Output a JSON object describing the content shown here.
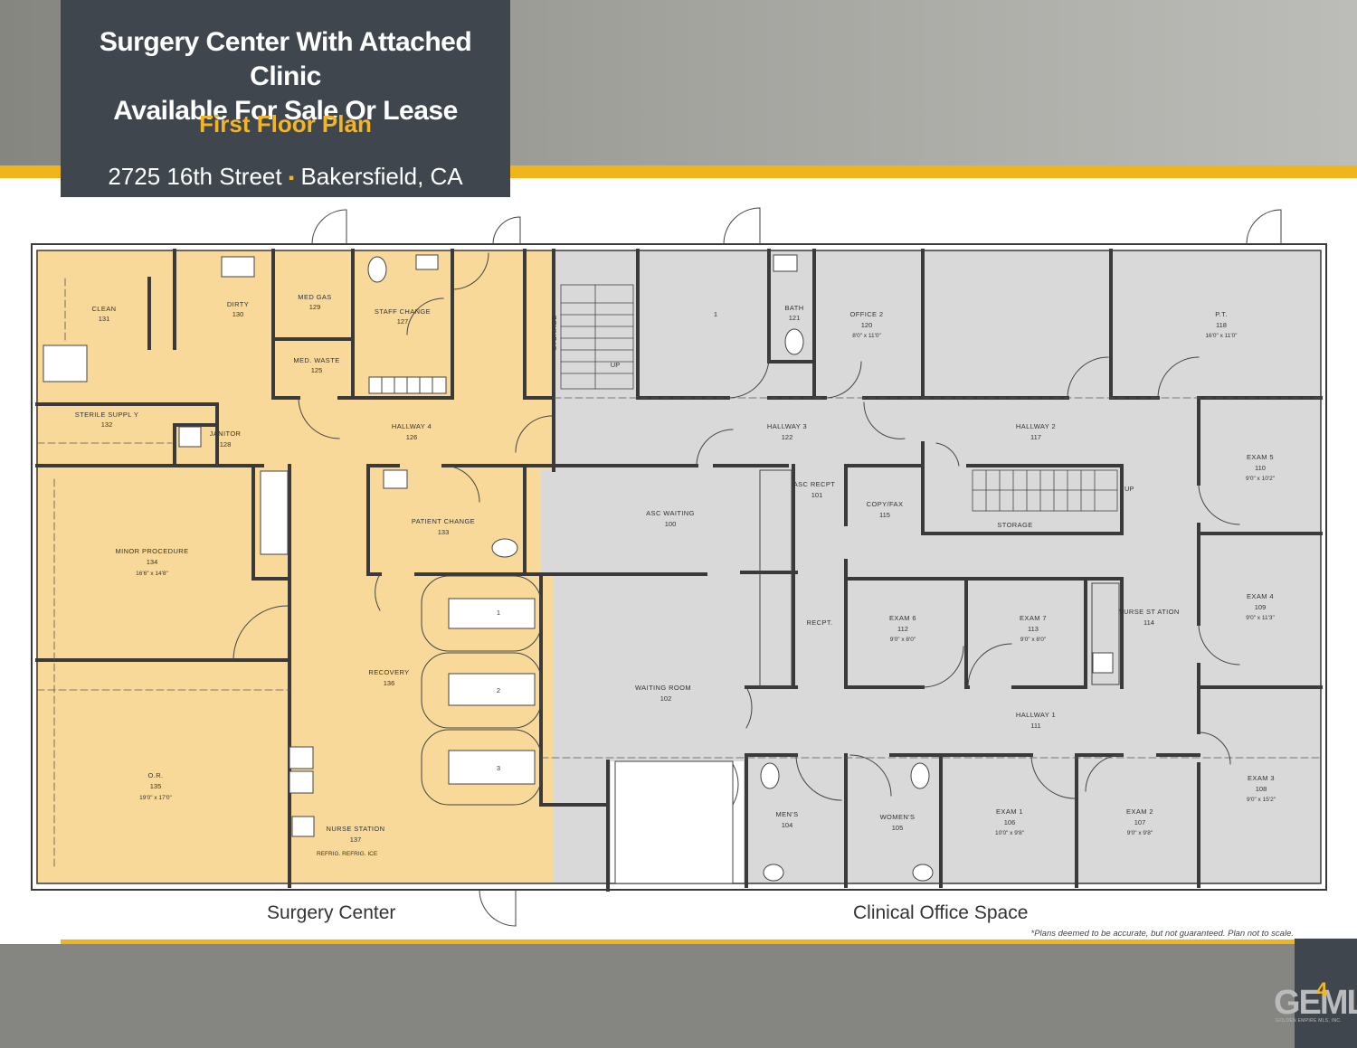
{
  "header": {
    "title_line1": "Surgery Center With Attached Clinic",
    "title_line2": "Available For Sale Or Lease",
    "subtitle": "First Floor Plan",
    "address_street": "2725 16th Street",
    "address_separator": "▪",
    "address_city": "Bakersfield, CA"
  },
  "zones": {
    "surgery_label": "Surgery Center",
    "clinical_label": "Clinical Office Space",
    "surgery_color": "#f8d999",
    "clinical_color": "#d9d9d9"
  },
  "rooms": {
    "clean": {
      "name": "CLEAN",
      "num": "131"
    },
    "dirty": {
      "name": "DIRTY",
      "num": "130"
    },
    "med_gas": {
      "name": "MED GAS",
      "num": "129"
    },
    "staff_change": {
      "name": "STAFF CHANGE",
      "num": "127"
    },
    "med_waste": {
      "name": "MED. WASTE",
      "num": "125"
    },
    "storage_v": {
      "name": "STORAGE"
    },
    "sterile": {
      "name": "STERILE SUPPL Y",
      "num": "132"
    },
    "janitor": {
      "name": "JANITOR",
      "num": "128"
    },
    "hallway4": {
      "name": "HALLWAY 4",
      "num": "126"
    },
    "patient_change": {
      "name": "PATIENT CHANGE",
      "num": "133"
    },
    "minor_proc": {
      "name": "MINOR PROCEDURE",
      "num": "134",
      "dim": "16'6\" x 14'8\""
    },
    "recovery": {
      "name": "RECOVERY",
      "num": "136"
    },
    "or": {
      "name": "O.R.",
      "num": "135",
      "dim": "19'0\" x 17'0\""
    },
    "nurse_station_137": {
      "name": "NURSE  STATION",
      "num": "137"
    },
    "refrig_labels": "REFRIG.  REFRIG.       ICE",
    "beds": [
      "1",
      "2",
      "3"
    ],
    "room1": {
      "num": "1"
    },
    "bath": {
      "name": "BATH",
      "num": "121"
    },
    "office2": {
      "name": "OFFICE 2",
      "num": "120",
      "dim": "8'0\" x 11'0\""
    },
    "pt": {
      "name": "P.T.",
      "num": "118",
      "dim": "16'0\" x 11'0\""
    },
    "hallway3": {
      "name": "HALLWAY 3",
      "num": "122"
    },
    "hallway2": {
      "name": "HALLWAY 2",
      "num": "117"
    },
    "exam5": {
      "name": "EXAM 5",
      "num": "110",
      "dim": "9'0\" x 10'2\""
    },
    "asc_recpt": {
      "name": "ASC RECPT",
      "num": "101"
    },
    "copy_fax": {
      "name": "COPY/FAX",
      "num": "115"
    },
    "storage_h": {
      "name": "STORAGE"
    },
    "asc_waiting": {
      "name": "ASC WAITING",
      "num": "100"
    },
    "exam4": {
      "name": "EXAM 4",
      "num": "109",
      "dim": "9'0\" x 11'3\""
    },
    "recpt": {
      "name": "RECPT."
    },
    "exam6": {
      "name": "EXAM 6",
      "num": "112",
      "dim": "9'0\" x 8'0\""
    },
    "exam7": {
      "name": "EXAM 7",
      "num": "113",
      "dim": "9'0\" x 8'0\""
    },
    "nurse_station_114": {
      "name": "NURSE ST ATION",
      "num": "114"
    },
    "waiting_room": {
      "name": "WAITING ROOM",
      "num": "102"
    },
    "hallway1": {
      "name": "HALLWAY 1",
      "num": "111"
    },
    "mens": {
      "name": "MEN'S",
      "num": "104"
    },
    "womens": {
      "name": "WOMEN'S",
      "num": "105"
    },
    "exam1": {
      "name": "EXAM 1",
      "num": "106",
      "dim": "10'0\" x 9'8\""
    },
    "exam2": {
      "name": "EXAM 2",
      "num": "107",
      "dim": "9'0\" x 9'8\""
    },
    "exam3": {
      "name": "EXAM 3",
      "num": "108",
      "dim": "9'0\" x 15'2\""
    },
    "up": "UP"
  },
  "disclaimer": "*Plans deemed to be accurate, but not guaranteed.  Plan not to scale.",
  "footer": {
    "page_number": "4",
    "logo": "GEMLS",
    "logo_sub": "GOLDEN EMPIRE MLS, INC."
  }
}
